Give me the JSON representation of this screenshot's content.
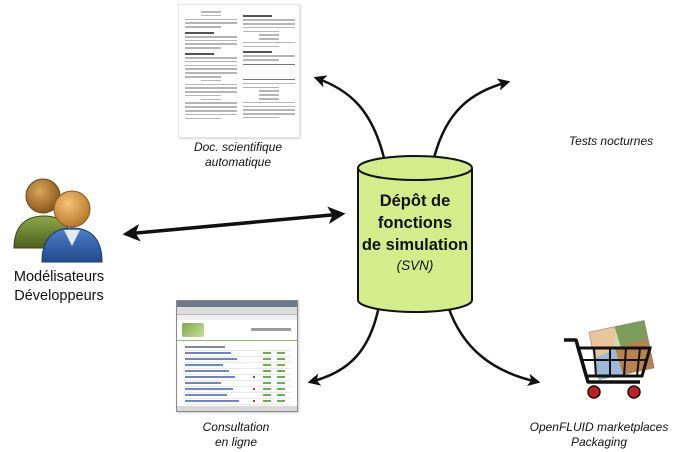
{
  "repository": {
    "title_lines": [
      "Dépôt de",
      "fonctions",
      "de simulation"
    ],
    "subtitle": "(SVN)"
  },
  "users": {
    "label_lines": [
      "Modélisateurs",
      "Développeurs"
    ],
    "icon": "users-icon"
  },
  "outputs": {
    "doc": {
      "caption_lines": [
        "Doc. scientifique",
        "automatique"
      ],
      "icon": "document-thumbnail"
    },
    "tests": {
      "caption": "Tests nocturnes"
    },
    "web": {
      "caption_lines": [
        "Consultation",
        "en ligne"
      ],
      "icon": "browser-thumbnail"
    },
    "market": {
      "caption_lines": [
        "OpenFLUID marketplaces",
        "Packaging"
      ],
      "icon": "shopping-cart-icon"
    }
  },
  "colors": {
    "cylinder_fill": "#d4ec8a",
    "cylinder_stroke": "#111111",
    "arrow": "#111111"
  }
}
